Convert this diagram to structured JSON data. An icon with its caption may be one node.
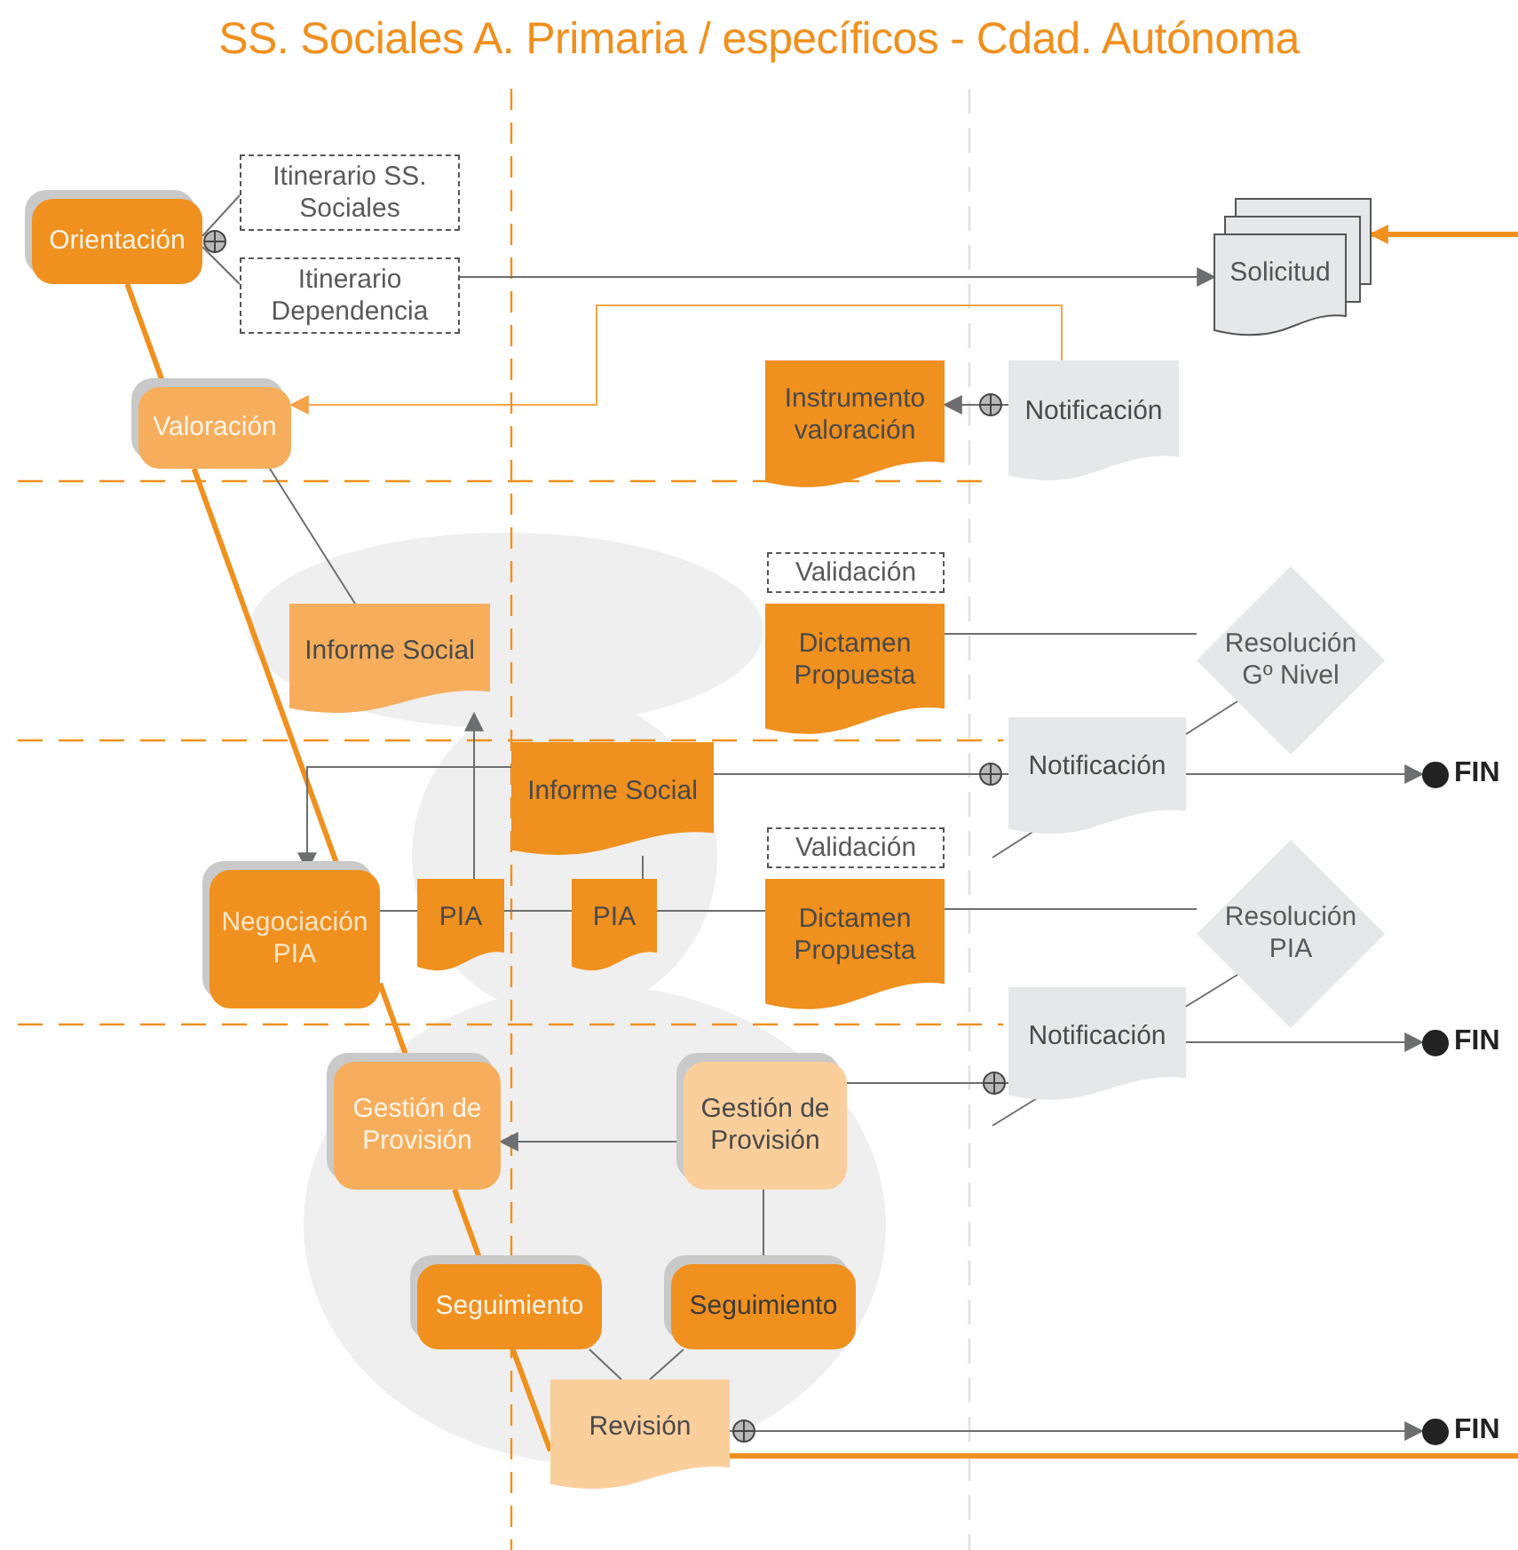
{
  "diagram": {
    "title": "SS. Sociales A. Primaria / específicos - Cdad. Autónoma",
    "nodes": [
      {
        "text": [
          "Orientación"
        ]
      },
      {
        "text": [
          "Itinerario SS. Sociales"
        ]
      },
      {
        "text": [
          "Itinerario Dependencia"
        ]
      },
      {
        "text": [
          "Solicitud"
        ]
      },
      {
        "text": [
          "Valoración"
        ]
      },
      {
        "text": [
          "Instrumento valoración"
        ]
      },
      {
        "text": [
          "Notificación"
        ]
      },
      {
        "text": [
          "Informe Social"
        ]
      },
      {
        "text": [
          "Validación"
        ]
      },
      {
        "text": [
          "Dictamen Propuesta"
        ]
      },
      {
        "text": [
          "Resolución Gº Nivel"
        ]
      },
      {
        "text": [
          "Informe Social"
        ]
      },
      {
        "text": [
          "Notificación"
        ]
      },
      {
        "text": [
          "FIN"
        ]
      },
      {
        "text": [
          "Negociación PIA"
        ]
      },
      {
        "text": [
          "PIA"
        ]
      },
      {
        "text": [
          "PIA"
        ]
      },
      {
        "text": [
          "Validación"
        ]
      },
      {
        "text": [
          "Dictamen Propuesta"
        ]
      },
      {
        "text": [
          "Resolución PIA"
        ]
      },
      {
        "text": [
          "Notificación"
        ]
      },
      {
        "text": [
          "FIN"
        ]
      },
      {
        "text": [
          "Gestión de Provisión"
        ]
      },
      {
        "text": [
          "Gestión de Provisión"
        ]
      },
      {
        "text": [
          "Seguimiento"
        ]
      },
      {
        "text": [
          "Seguimiento"
        ]
      },
      {
        "text": [
          "Revisión"
        ]
      },
      {
        "text": [
          "FIN"
        ]
      }
    ],
    "edges": [
      {
        "from": 0,
        "to": 1,
        "arrow": "none"
      },
      {
        "from": 0,
        "to": 2,
        "arrow": "none"
      },
      {
        "from": 2,
        "to": 3,
        "arrow": "to"
      },
      {
        "from": null,
        "to": 3,
        "arrow": "to",
        "style": "thick",
        "color": "#f0901e"
      },
      {
        "from": 6,
        "to": 4,
        "arrow": "to",
        "color": "#f6a34a"
      },
      {
        "from": 6,
        "to": 5,
        "arrow": "to"
      },
      {
        "from": 0,
        "to": 4,
        "arrow": "none",
        "style": "thick",
        "color": "#f0901e"
      },
      {
        "from": 4,
        "to": 14,
        "arrow": "none",
        "style": "thick",
        "color": "#f0901e"
      },
      {
        "from": 14,
        "to": 22,
        "arrow": "none",
        "style": "thick",
        "color": "#f0901e"
      },
      {
        "from": 22,
        "to": 24,
        "arrow": "none",
        "style": "thick",
        "color": "#f0901e"
      },
      {
        "from": 24,
        "to": 26,
        "arrow": "none",
        "style": "thick",
        "color": "#f0901e"
      },
      {
        "from": 26,
        "to": null,
        "arrow": "none",
        "style": "thick",
        "color": "#f0901e"
      },
      {
        "from": 4,
        "to": 7,
        "arrow": "none"
      },
      {
        "from": 15,
        "to": 7,
        "arrow": "to"
      },
      {
        "from": 11,
        "to": 14,
        "arrow": "to"
      },
      {
        "from": 11,
        "to": 12,
        "arrow": "none"
      },
      {
        "from": 11,
        "to": 16,
        "arrow": "none"
      },
      {
        "from": 14,
        "to": 15,
        "arrow": "none"
      },
      {
        "from": 15,
        "to": 16,
        "arrow": "none"
      },
      {
        "from": 16,
        "to": 18,
        "arrow": "none"
      },
      {
        "from": 9,
        "to": 10,
        "arrow": "none"
      },
      {
        "from": 10,
        "to": 12,
        "arrow": "none"
      },
      {
        "from": 12,
        "to": 13,
        "arrow": "to"
      },
      {
        "from": 18,
        "to": 19,
        "arrow": "none"
      },
      {
        "from": 19,
        "to": 20,
        "arrow": "none"
      },
      {
        "from": 20,
        "to": 21,
        "arrow": "to"
      },
      {
        "from": 23,
        "to": 20,
        "arrow": "none"
      },
      {
        "from": 23,
        "to": 22,
        "arrow": "to"
      },
      {
        "from": 23,
        "to": 25,
        "arrow": "none"
      },
      {
        "from": 24,
        "to": 26,
        "arrow": "none"
      },
      {
        "from": 25,
        "to": 26,
        "arrow": "none"
      },
      {
        "from": 26,
        "to": 27,
        "arrow": "to"
      }
    ]
  }
}
